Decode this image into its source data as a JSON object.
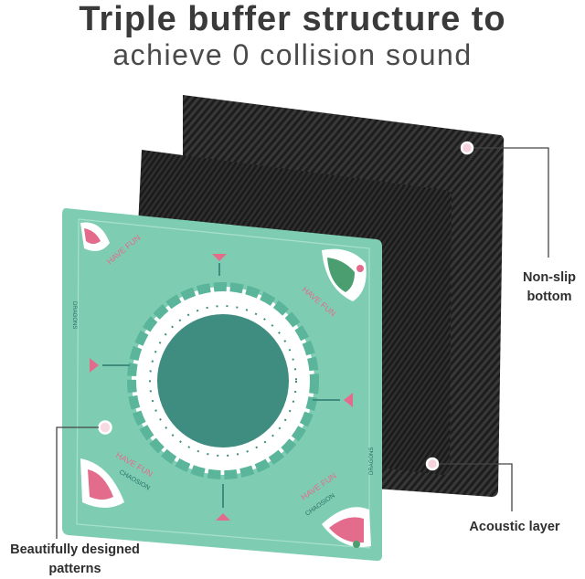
{
  "title_line1": "Triple buffer structure to",
  "title_line2": "achieve 0 collision sound",
  "callouts": {
    "non_slip_line1": "Non-slip",
    "non_slip_line2": "bottom",
    "acoustic": "Acoustic layer",
    "patterns_line1": "Beautifully designed",
    "patterns_line2": "patterns"
  },
  "mat_print": {
    "have_fun": "HAVE FUN",
    "brand": "CHAOSION",
    "side_text": "DRAGONS"
  },
  "colors": {
    "mint": "#7ecdb3",
    "mint_light": "#bfe9d8",
    "teal_circle": "#3f8c80",
    "pink": "#e36c8d",
    "carbon_dark": "#1c1c1c",
    "carbon_light": "#3a3a3a",
    "leader_line": "#444444"
  }
}
